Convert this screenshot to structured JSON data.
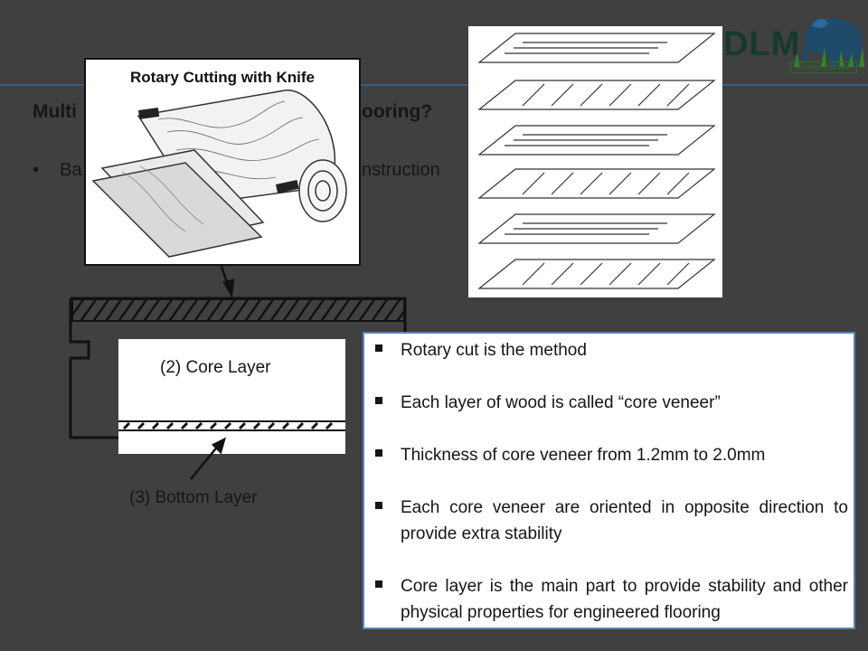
{
  "header": {
    "brand": "DLM",
    "logo_tag": "Power Deluxe",
    "title_left": "Multi",
    "title_right": "ooring?",
    "bullet_symbol": "•",
    "bullet_left": "Ba",
    "bullet_right": "nstruction"
  },
  "rotary_figure": {
    "title": "Rotary Cutting with Knife"
  },
  "diagram": {
    "core_label": "(2) Core Layer",
    "bottom_label": "(3) Bottom Layer"
  },
  "info": {
    "items": [
      "Rotary cut is the method",
      "Each layer of wood is called “core veneer”",
      "Thickness of core veneer from 1.2mm to 2.0mm",
      "Each core veneer are oriented in opposite direction to provide extra stability",
      "Core layer is the main part to provide stability and other physical properties for engineered flooring"
    ]
  },
  "colors": {
    "background": "#404040",
    "accent_line": "#3a5f86",
    "info_border": "#5b86b8",
    "logo_green": "#2d6a2d"
  }
}
